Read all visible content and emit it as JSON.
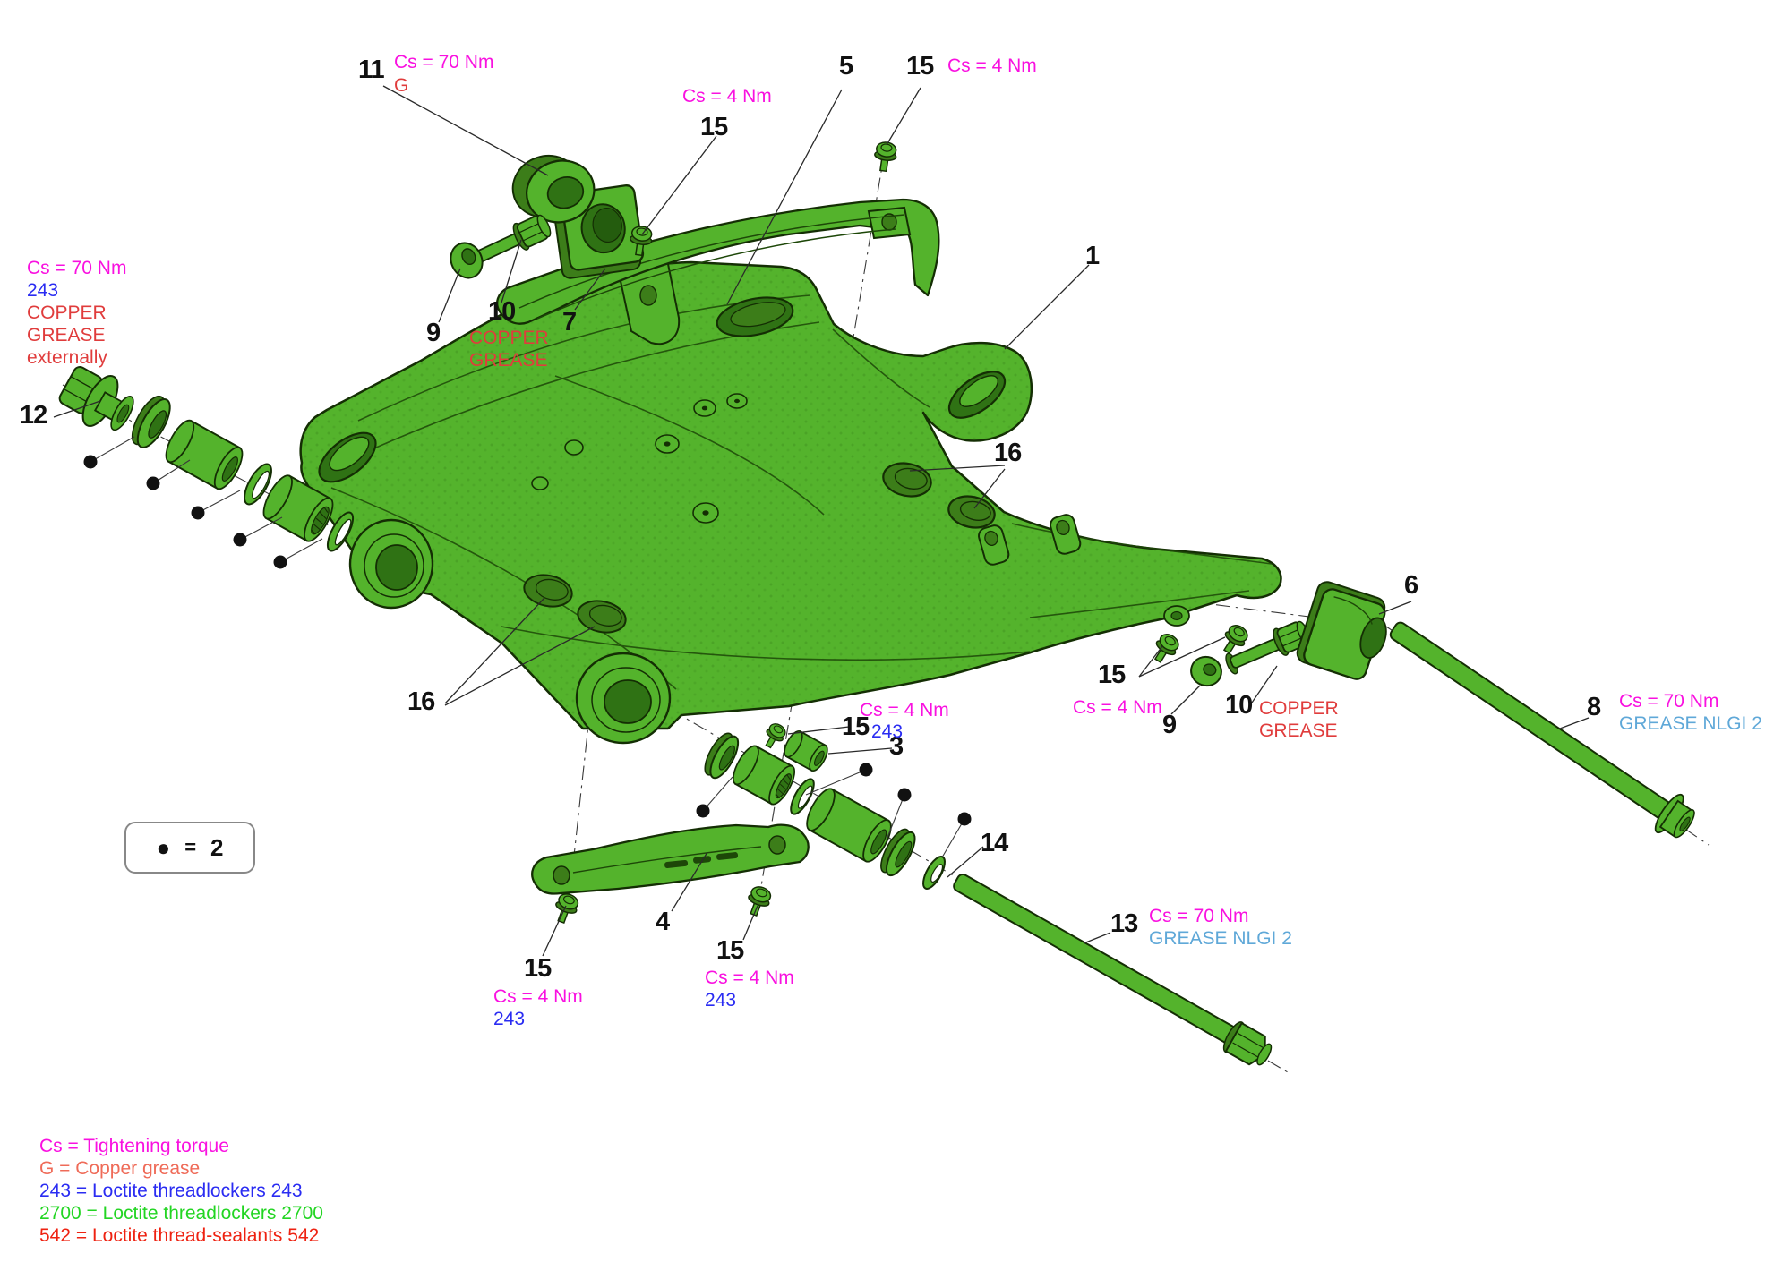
{
  "colors": {
    "magenta": "#f911e0",
    "red": "#e03c3c",
    "blue": "#2a2cf2",
    "light_blue": "#5fa8d8",
    "salmon": "#ef6b58",
    "legend_green": "#23d523",
    "legend_red": "#ee2211",
    "part_green": "#54b32c",
    "part_dark_green": "#3c7d19",
    "outline": "#142e04",
    "label_black": "#111111"
  },
  "callouts": {
    "c1": "1",
    "c3": "3",
    "c4": "4",
    "c5": "5",
    "c6": "6",
    "c7": "7",
    "c8": "8",
    "c9_left": "9",
    "c9_right": "9",
    "c10_left": "10",
    "c10_right": "10",
    "c11": "11",
    "c12": "12",
    "c13": "13",
    "c14": "14",
    "c15_top": "15",
    "c15_topright": "15",
    "c15_right": "15",
    "c15_mid": "15",
    "c15_bottom_left": "15",
    "c15_bottom_right": "15",
    "c16_upper": "16",
    "c16_lower": "16"
  },
  "annotations": {
    "cs70": "Cs = 70 Nm",
    "cs4": "Cs = 4 Nm",
    "g": "G",
    "loc243": "243",
    "copper": "COPPER",
    "grease": "GREASE",
    "externally": "externally",
    "grease_nlgi": "GREASE NLGI 2"
  },
  "legend_box": {
    "symbol": "●",
    "equals": "=",
    "qty": "2"
  },
  "footer": {
    "line1": "Cs = Tightening torque",
    "line2": "G = Copper grease",
    "line3": "243 =  Loctite threadlockers 243",
    "line4": "2700 = Loctite threadlockers 2700",
    "line5": "542 = Loctite thread-sealants 542"
  }
}
